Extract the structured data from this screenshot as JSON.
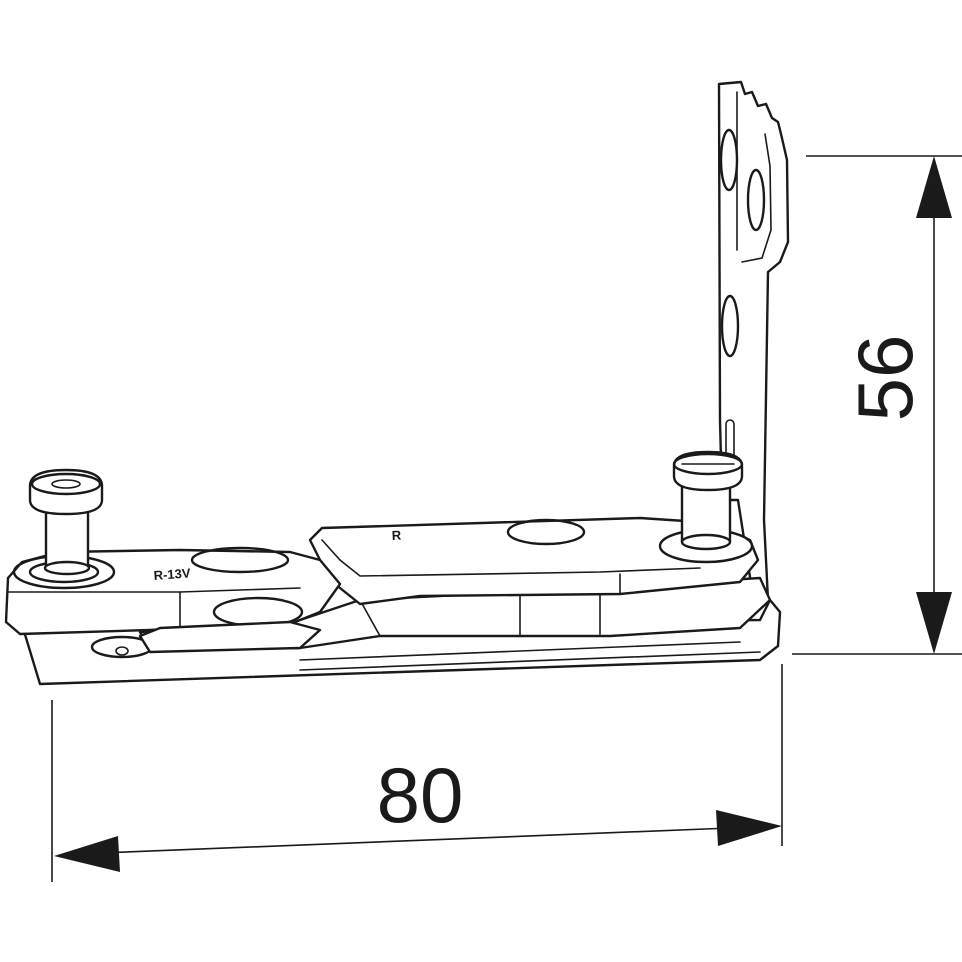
{
  "dimensions": {
    "width_label": "80",
    "height_label": "56"
  },
  "part_markings": {
    "left_arm": "R-13V",
    "right_arm": "R"
  }
}
